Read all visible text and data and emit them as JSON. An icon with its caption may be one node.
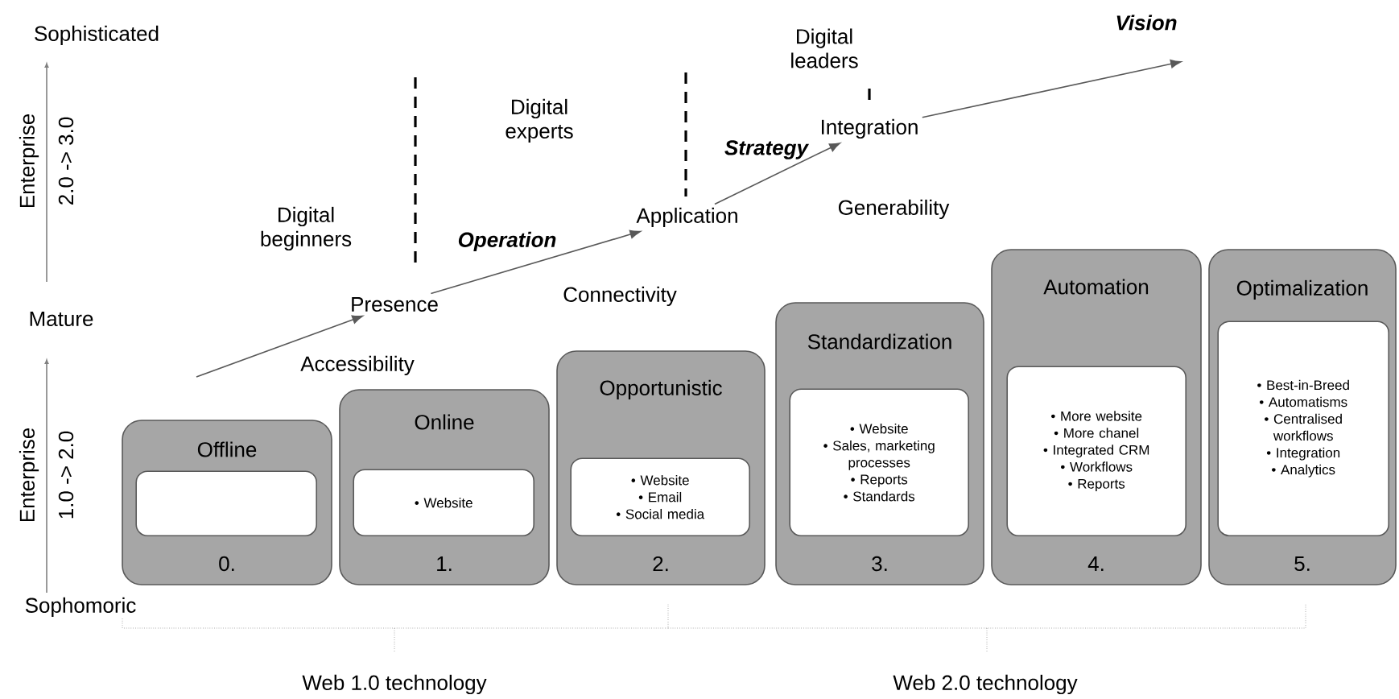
{
  "diagram": {
    "nodes": [
      {
        "text": [
          "Offline",
          "0."
        ]
      },
      {
        "text": [],
        "shape": "box",
        "in": 0
      },
      {
        "text": [
          "Online",
          "1."
        ]
      },
      {
        "text": [
          "• Website"
        ],
        "in": 2
      },
      {
        "text": [
          "Opportunistic",
          "2."
        ]
      },
      {
        "text": [
          "• Website",
          "• Email",
          "• Social media"
        ],
        "in": 4
      },
      {
        "text": [
          "Standardization",
          "3."
        ]
      },
      {
        "text": [
          "• Website",
          "• Sales, marketing processes",
          "• Reports",
          "• Standards"
        ],
        "in": 6
      },
      {
        "text": [
          "Automation",
          "4."
        ]
      },
      {
        "text": [
          "• More website",
          "• More chanel",
          "• Integrated CRM",
          "• Workflows",
          "• Reports"
        ],
        "in": 8
      },
      {
        "text": [
          "Optimalization",
          "5."
        ]
      },
      {
        "text": [
          "• Best-in-Breed",
          "• Automatisms",
          "• Centralised workflows",
          "• Integration",
          "• Analytics"
        ],
        "in": 10
      },
      {
        "text": [
          "Presence"
        ]
      },
      {
        "text": [
          "Application"
        ]
      },
      {
        "text": [
          "Integration"
        ]
      }
    ],
    "edges": [
      {
        "from": null,
        "to": 12,
        "arrow": "to"
      },
      {
        "from": 12,
        "to": 13,
        "arrow": "to"
      },
      {
        "from": 13,
        "to": 14,
        "arrow": "to"
      },
      {
        "from": 14,
        "to": null,
        "arrow": "to"
      }
    ],
    "labels": [
      "Sophisticated",
      "Enterprise",
      "2.0 -> 3.0",
      "Mature",
      "Enterprise",
      "1.0 -> 2.0",
      "Sophomoric",
      "Digital beginners",
      "Digital experts",
      "Digital leaders",
      "Operation",
      "Strategy",
      "Vision",
      "Accessibility",
      "Connectivity",
      "Generability",
      "Web 1.0 technology",
      "Web 2.0 technology"
    ]
  }
}
